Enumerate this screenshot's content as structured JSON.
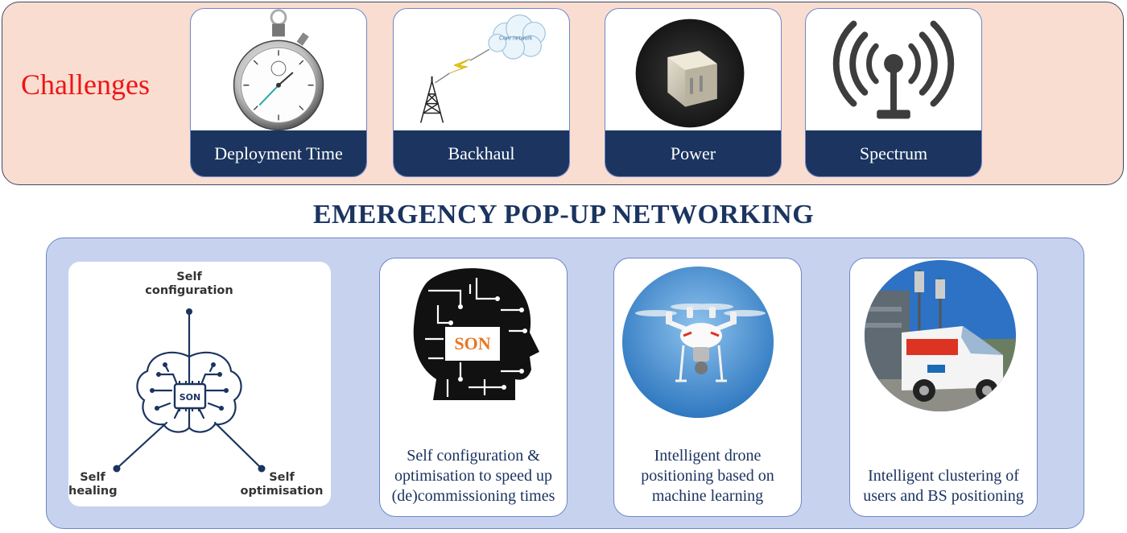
{
  "challenges": {
    "title": "Challenges",
    "cards": [
      {
        "label": "Deployment Time",
        "icon": "stopwatch-icon"
      },
      {
        "label": "Backhaul",
        "icon": "tower-backhaul-icon",
        "cloud_text": "Core network"
      },
      {
        "label": "Power",
        "icon": "power-adapter-icon"
      },
      {
        "label": "Spectrum",
        "icon": "antenna-signal-icon"
      }
    ]
  },
  "heading": "EMERGENCY POP-UP NETWORKING",
  "son_diagram": {
    "center": "SON",
    "top_label": [
      "Self",
      "configuration"
    ],
    "left_label": [
      "Self",
      "healing"
    ],
    "right_label": [
      "Self",
      "optimisation"
    ]
  },
  "solutions": [
    {
      "icon": "head-circuit-icon",
      "badge": "SON",
      "text": "Self configuration & optimisation to speed up (de)commissioning times"
    },
    {
      "icon": "drone-icon",
      "text": "Intelligent drone positioning based on machine learning"
    },
    {
      "icon": "mobile-base-station-truck-icon",
      "text": "Intelligent clustering of users and BS positioning"
    }
  ],
  "colors": {
    "navy": "#1b3460",
    "challenge_title": "#ee1515",
    "challenge_bg": "#f9ddd1",
    "solutions_bg": "#c7d2ef",
    "son_orange": "#e87722"
  }
}
